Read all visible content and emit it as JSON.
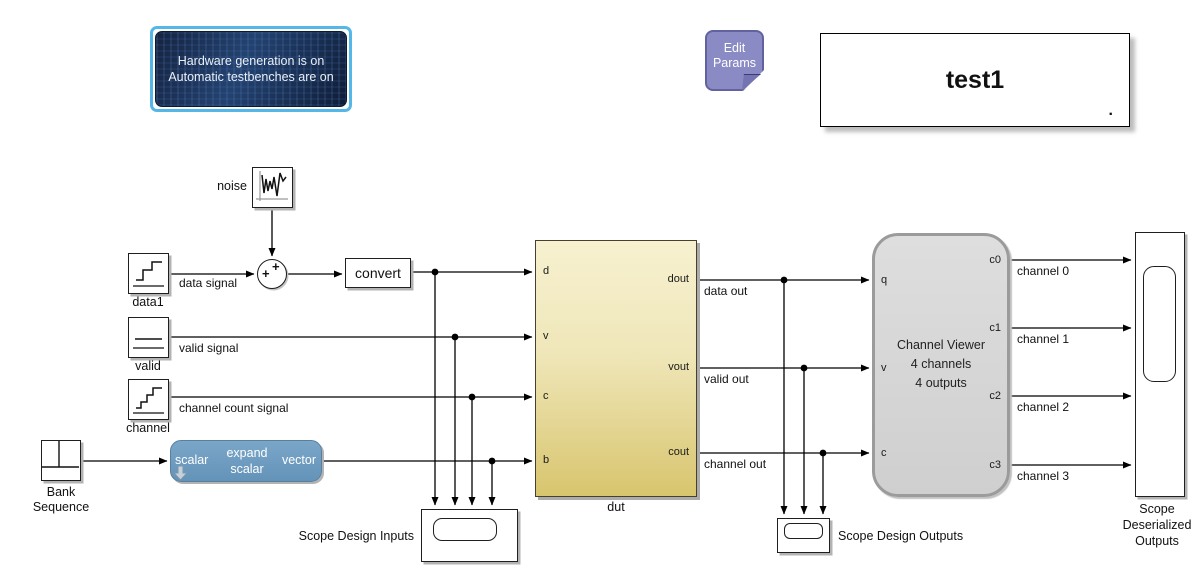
{
  "annotations": {
    "hw_note": {
      "line1": "Hardware generation is on",
      "line2": "Automatic testbenches are on"
    },
    "edit_params_note": {
      "line1": "Edit",
      "line2": "Params"
    },
    "title_box": {
      "text": "test1",
      "dot": "."
    }
  },
  "sources": {
    "noise": {
      "label": "noise"
    },
    "data1": {
      "label": "data1",
      "signal": "data signal"
    },
    "valid": {
      "label": "valid",
      "signal": "valid signal"
    },
    "channel": {
      "label": "channel",
      "signal": "channel count signal"
    },
    "bank_sequence": {
      "label1": "Bank",
      "label2": "Sequence"
    }
  },
  "blocks": {
    "sum": {
      "plus_top": "+",
      "plus_left": "+"
    },
    "convert": {
      "label": "convert"
    },
    "expand_scalar": {
      "port_in": "scalar",
      "line1": "expand",
      "line2": "scalar",
      "port_out": "vector"
    },
    "dut": {
      "label": "dut",
      "ports_in": [
        "d",
        "v",
        "c",
        "b"
      ],
      "ports_out": [
        "dout",
        "vout",
        "cout"
      ]
    },
    "channel_viewer": {
      "line1": "Channel Viewer",
      "line2": "4 channels",
      "line3": "4 outputs",
      "ports_in": [
        "q",
        "v",
        "c"
      ],
      "ports_out": [
        "c0",
        "c1",
        "c2",
        "c3"
      ]
    }
  },
  "scopes": {
    "design_inputs": {
      "label": "Scope Design Inputs"
    },
    "design_outputs": {
      "label": "Scope Design Outputs"
    },
    "deserialized": {
      "label1": "Scope",
      "label2": "Deserialized",
      "label3": "Outputs"
    }
  },
  "signals": {
    "data_out": "data out",
    "valid_out": "valid out",
    "channel_out": "channel out",
    "channel0": "channel 0",
    "channel1": "channel 1",
    "channel2": "channel 2",
    "channel3": "channel 3"
  },
  "colors": {
    "selection_border": "#55b7e8",
    "hw_note_fill": "#1c3054",
    "edit_note_fill": "#8a8ac5",
    "edit_note_border": "#62629e",
    "dut_fill_top": "#f7f1d0",
    "dut_fill_bottom": "#d8c56e",
    "viewer_fill": "#d9d9d9",
    "viewer_border": "#9b9b9b",
    "expand_fill": "#6f9dc0",
    "expand_border": "#597f9d",
    "wire": "#000000"
  }
}
